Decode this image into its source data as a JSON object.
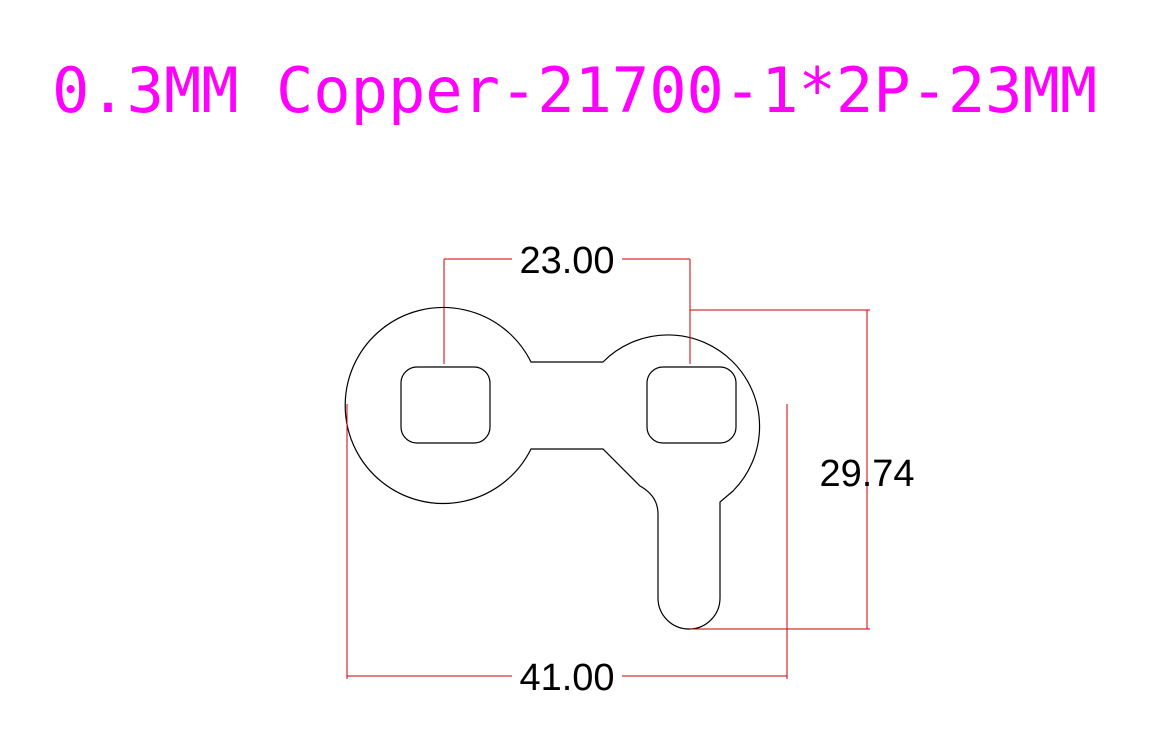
{
  "title": "0.3MM Copper-21700-1*2P-23MM",
  "dimensions": {
    "top_width": "23.00",
    "height": "29.74",
    "bottom_width": "41.00"
  },
  "colors": {
    "title": "#ff00ff",
    "outline": "#000000",
    "dimension_line": "#cc0000",
    "dimension_text": "#000000"
  }
}
